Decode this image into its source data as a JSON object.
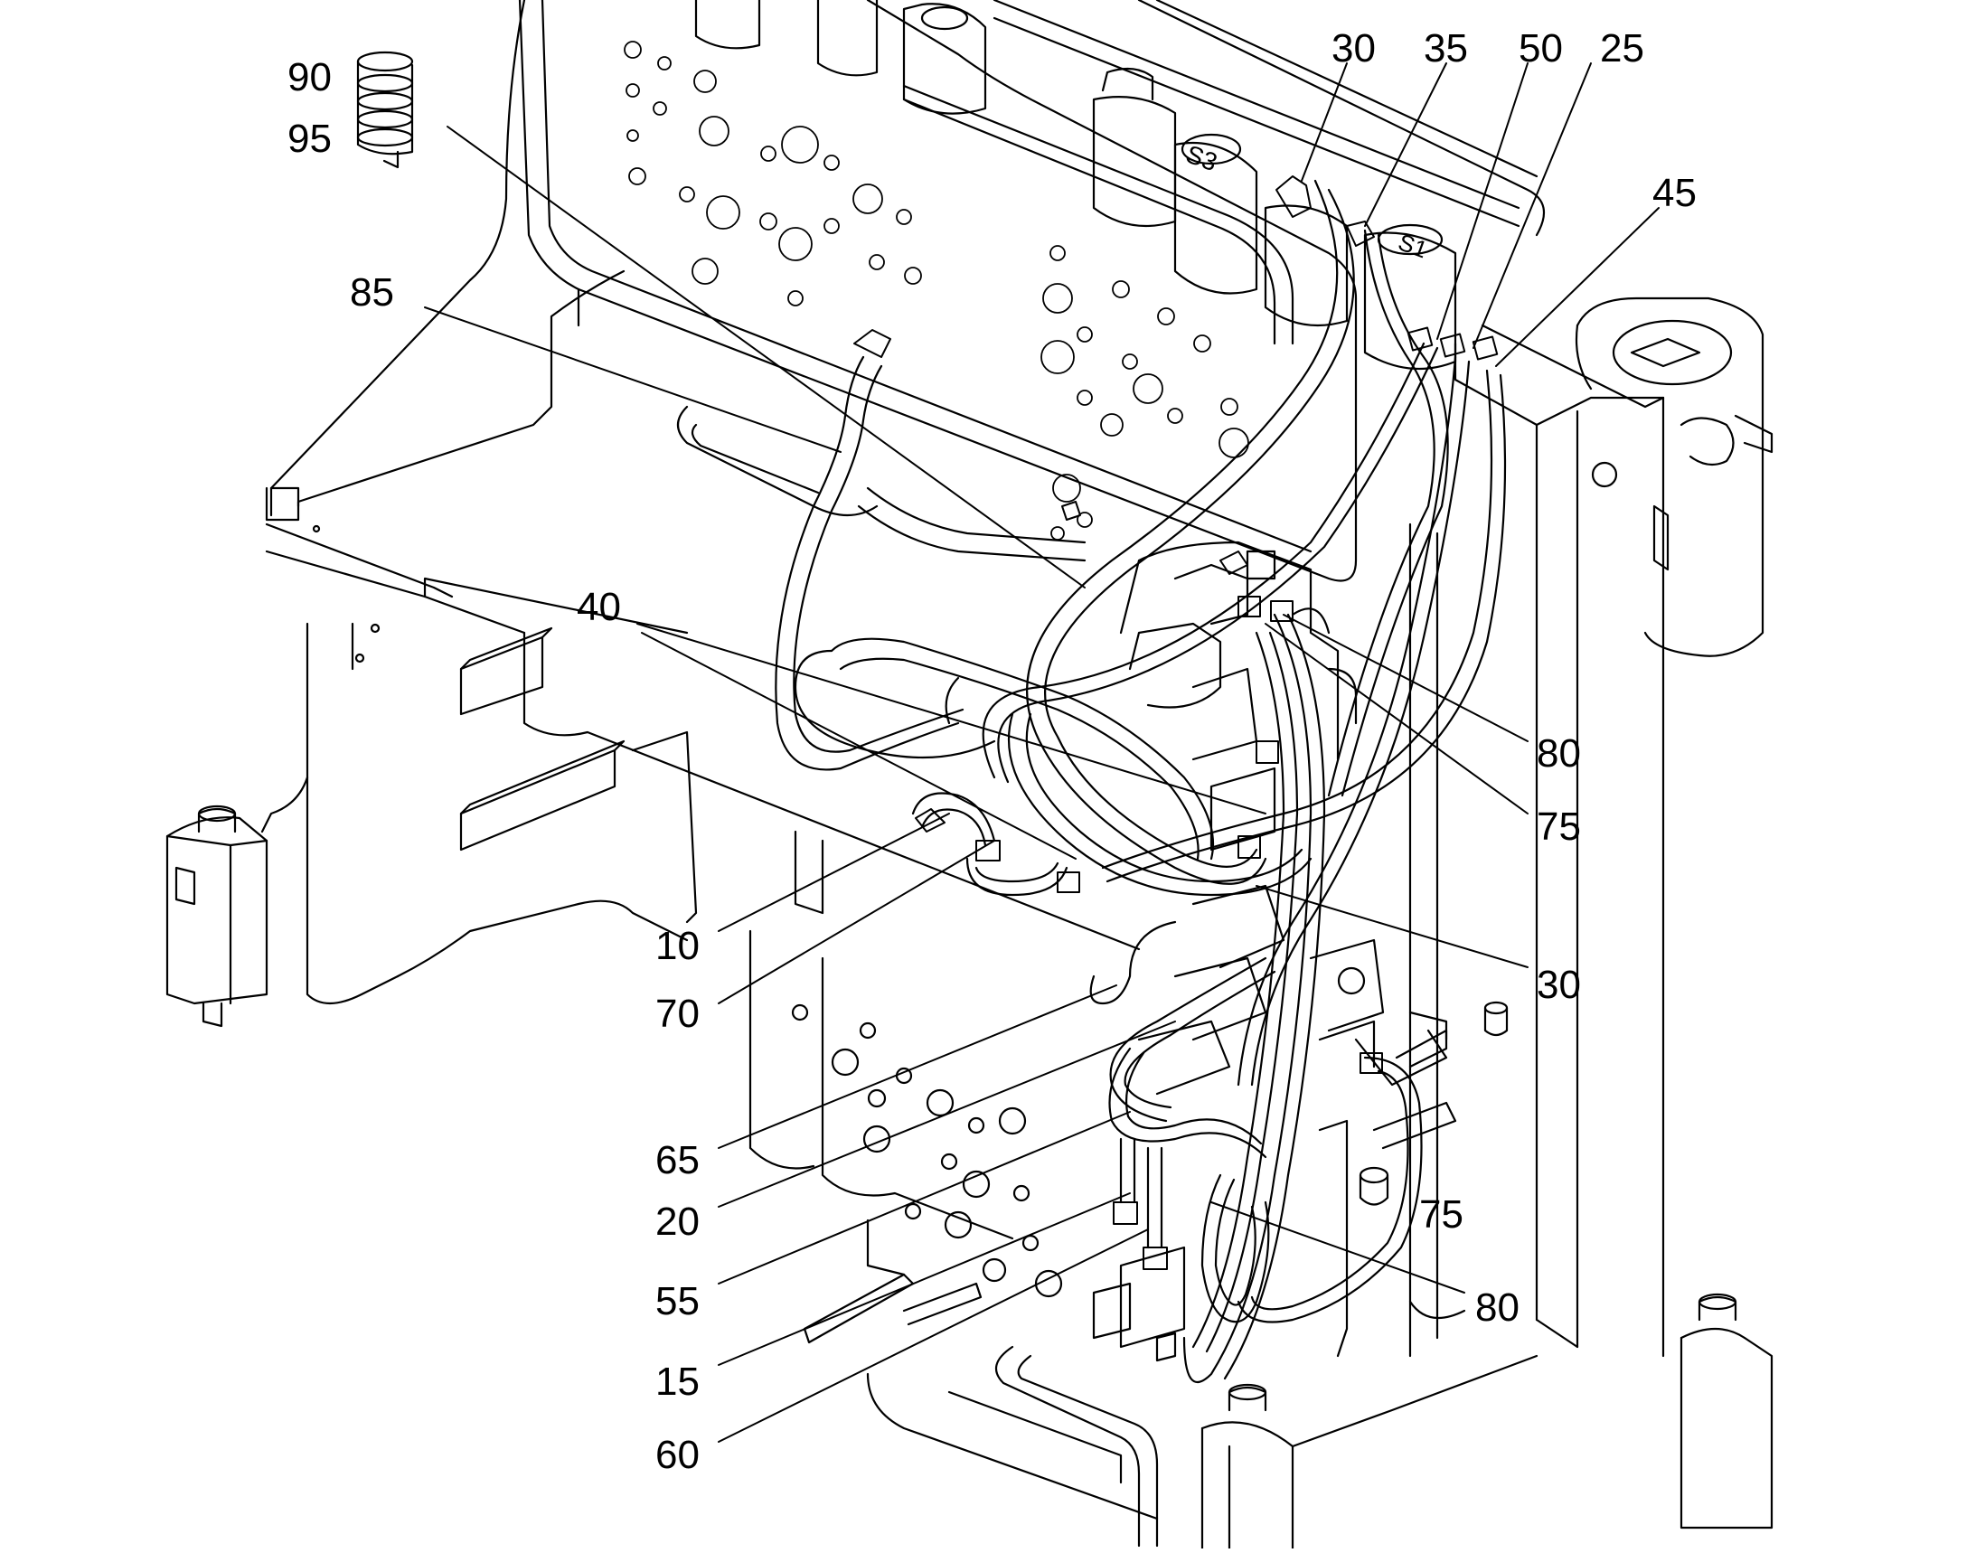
{
  "diagram": {
    "callouts": {
      "c90": "90",
      "c95": "95",
      "c85": "85",
      "c40": "40",
      "c10": "10",
      "c70": "70",
      "c65": "65",
      "c20": "20",
      "c55": "55",
      "c15": "15",
      "c60": "60",
      "c30_top": "30",
      "c35": "35",
      "c50": "50",
      "c25": "25",
      "c45": "45",
      "c80_right": "80",
      "c75_right": "75",
      "c30_right": "30",
      "c75_lower": "75",
      "c80_lower": "80"
    },
    "valve_markings": {
      "m1": "S3",
      "m2": "S1"
    },
    "colors": {
      "line": "#000000",
      "background": "#ffffff"
    }
  }
}
